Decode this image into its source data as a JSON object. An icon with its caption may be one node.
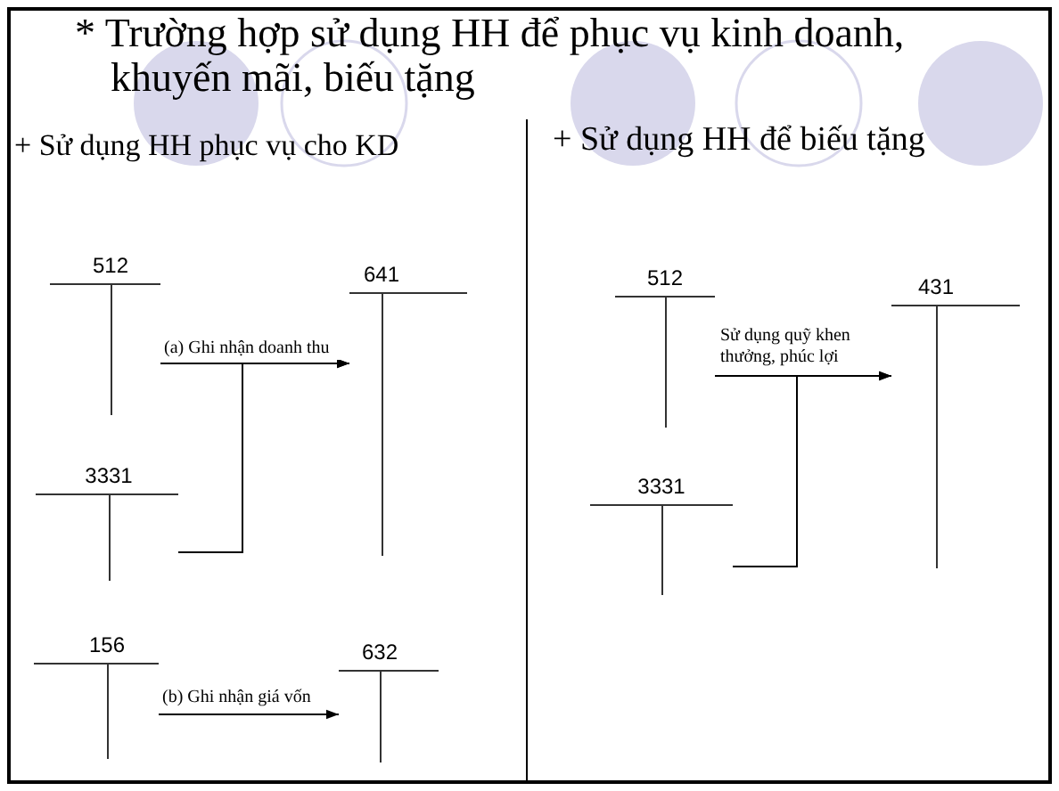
{
  "diagram": {
    "title": "* Trường hợp sử dụng HH để phục vụ kinh doanh, khuyến mãi, biếu tặng",
    "nodes": [
      {
        "text": [
          "512"
        ]
      },
      {
        "text": [
          "641"
        ]
      },
      {
        "text": [
          "3331"
        ]
      },
      {
        "text": [
          "156"
        ]
      },
      {
        "text": [
          "632"
        ]
      },
      {
        "text": [
          "512"
        ]
      },
      {
        "text": [
          "431"
        ]
      },
      {
        "text": [
          "3331"
        ]
      }
    ],
    "edges": [
      {
        "from": 0,
        "to": 1,
        "arrow": "to",
        "label": "(a) Ghi nhận doanh thu"
      },
      {
        "from": 2,
        "to": 1,
        "arrow": "to"
      },
      {
        "from": 3,
        "to": 4,
        "arrow": "to",
        "label": "(b) Ghi nhận giá vốn"
      },
      {
        "from": 5,
        "to": 6,
        "arrow": "to",
        "label": "Sử dụng quỹ khen thưởng, phúc lợi"
      },
      {
        "from": 7,
        "to": 6,
        "arrow": "to"
      }
    ],
    "labels": [
      "+ Sử dụng HH phục vụ cho KD",
      "+ Sử dụng HH để biếu tặng"
    ]
  }
}
